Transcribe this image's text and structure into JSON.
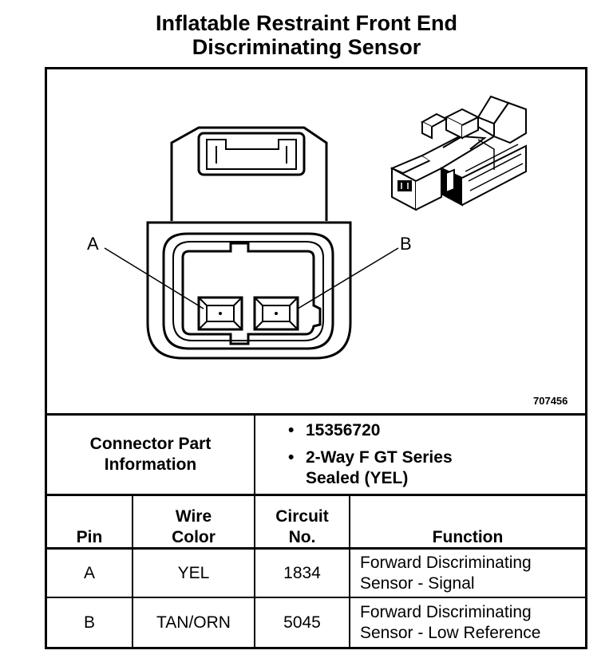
{
  "title": {
    "line1": "Inflatable Restraint Front End",
    "line2": "Discriminating Sensor"
  },
  "diagram": {
    "pin_a_label": "A",
    "pin_b_label": "B",
    "figure_number": "707456"
  },
  "connector_info": {
    "label_line1": "Connector Part",
    "label_line2": "Information",
    "bullets": [
      {
        "line1": "15356720",
        "line2": ""
      },
      {
        "line1": "2-Way F GT Series",
        "line2": "Sealed (YEL)"
      }
    ],
    "bullet_char": "•"
  },
  "table": {
    "headers": {
      "pin": "Pin",
      "wire_color_line1": "Wire",
      "wire_color_line2": "Color",
      "circuit_line1": "Circuit",
      "circuit_line2": "No.",
      "function": "Function"
    },
    "rows": [
      {
        "pin": "A",
        "wire_color": "YEL",
        "circuit": "1834",
        "function_line1": "Forward Discriminating",
        "function_line2": "Sensor - Signal"
      },
      {
        "pin": "B",
        "wire_color": "TAN/ORN",
        "circuit": "5045",
        "function_line1": "Forward Discriminating",
        "function_line2": "Sensor - Low Reference"
      }
    ]
  }
}
